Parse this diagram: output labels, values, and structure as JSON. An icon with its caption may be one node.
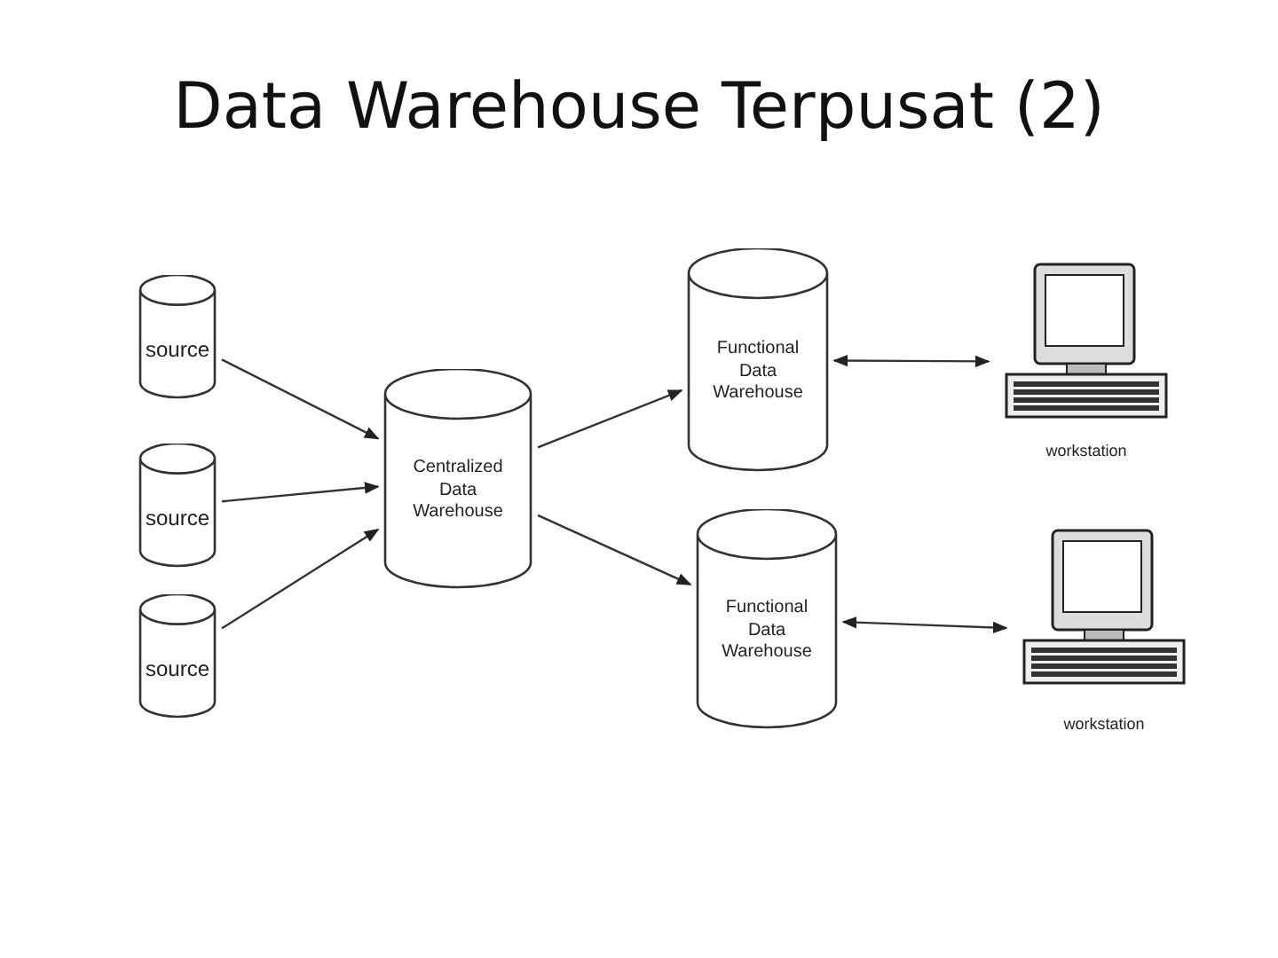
{
  "diagram": {
    "title": "Data Warehouse Terpusat (2)",
    "nodes": [
      {
        "text": [
          "source"
        ]
      },
      {
        "text": [
          "source"
        ]
      },
      {
        "text": [
          "source"
        ]
      },
      {
        "text": [
          "Centralized Data Warehouse"
        ]
      },
      {
        "text": [
          "Functional Data Warehouse"
        ]
      },
      {
        "text": [
          "Functional Data Warehouse"
        ]
      },
      {
        "text": [
          "workstation"
        ]
      },
      {
        "text": [
          "workstation"
        ]
      }
    ],
    "edges": [
      {
        "from": 0,
        "to": 3,
        "arrow": "to"
      },
      {
        "from": 1,
        "to": 3,
        "arrow": "to"
      },
      {
        "from": 2,
        "to": 3,
        "arrow": "to"
      },
      {
        "from": 3,
        "to": 4,
        "arrow": "to"
      },
      {
        "from": 3,
        "to": 5,
        "arrow": "to"
      },
      {
        "from": 4,
        "to": 6,
        "arrow": "both"
      },
      {
        "from": 5,
        "to": 7,
        "arrow": "both"
      }
    ]
  }
}
